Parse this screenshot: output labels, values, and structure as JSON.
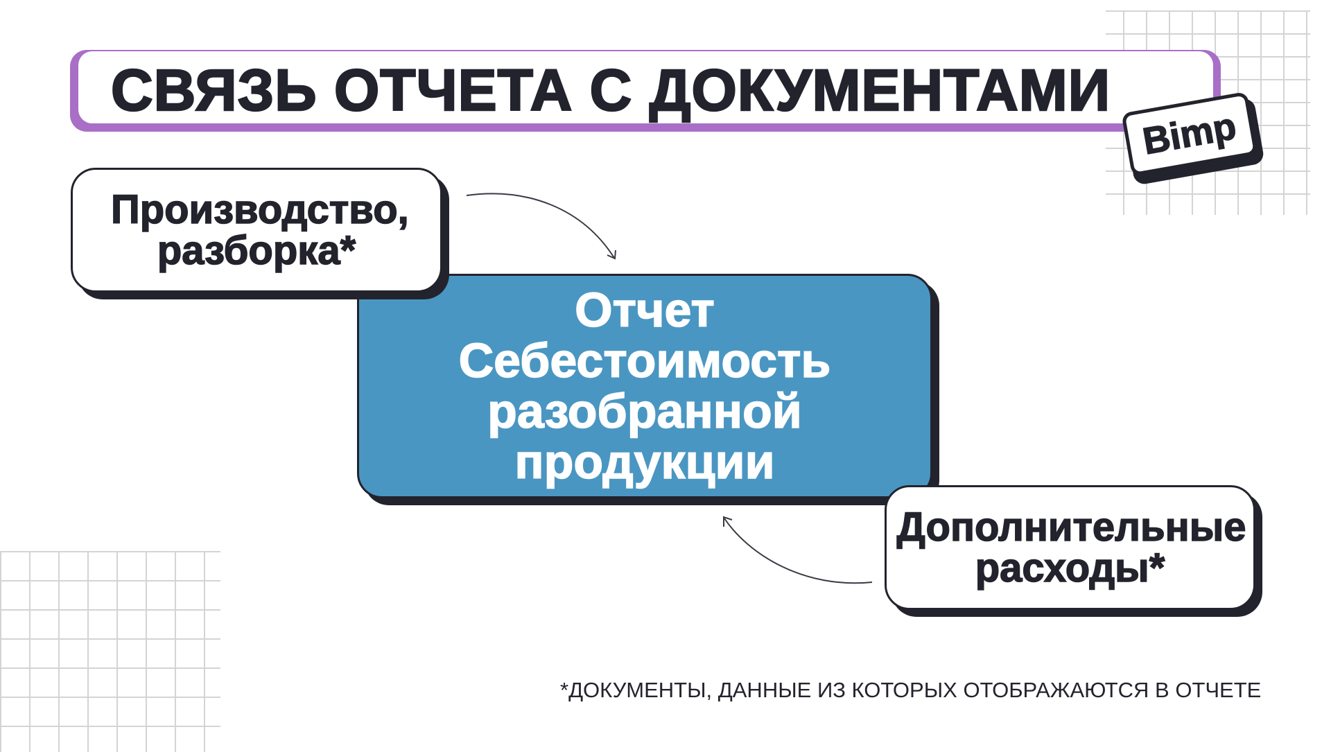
{
  "title": "СВЯЗЬ ОТЧЕТА С ДОКУМЕНТАМИ",
  "brand_tag": "Bimp",
  "documents": {
    "production": "Производство, разборка*",
    "expenses": "Дополнительные расходы*"
  },
  "report": {
    "line1": "Отчет",
    "line2": "Себестоимость",
    "line3": "разобранной",
    "line4": "продукции"
  },
  "footnote": "*ДОКУМЕНТЫ, ДАННЫЕ ИЗ КОТОРЫХ ОТОБРАЖАЮТСЯ В ОТЧЕТЕ",
  "colors": {
    "accent": "#a96fc6",
    "report_fill": "#4a96c2",
    "ink": "#23232d"
  }
}
